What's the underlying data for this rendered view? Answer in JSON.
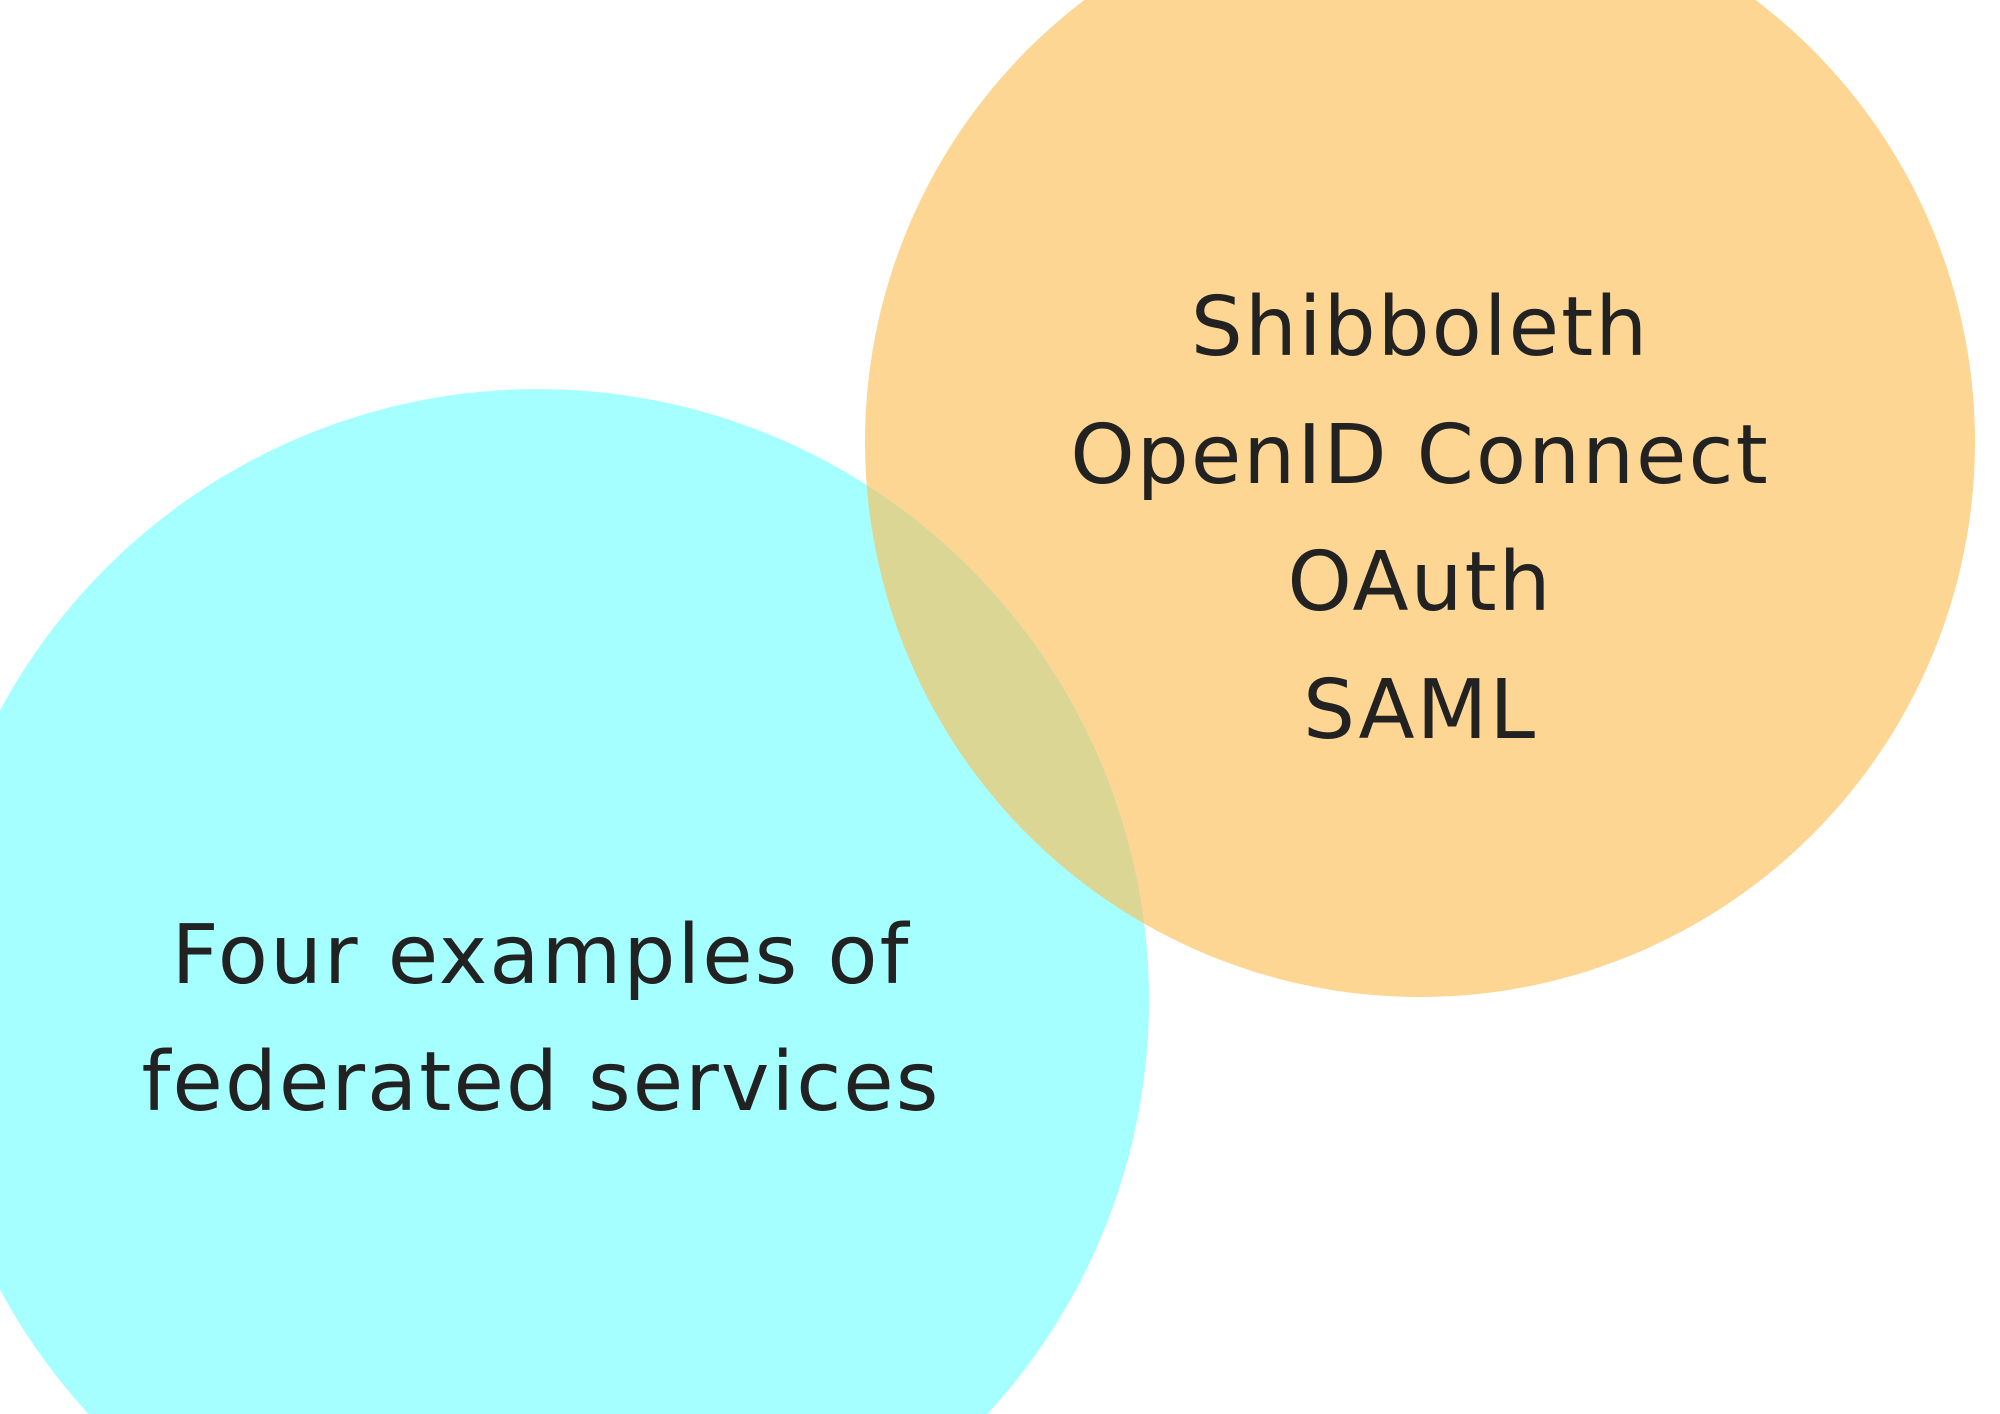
{
  "colors": {
    "left_circle": "#A6FFFF",
    "right_circle": "#FDD693",
    "overlap": "#DCD694",
    "text": "#222222"
  },
  "left_circle": {
    "lines": [
      "Four examples of",
      "federated services"
    ]
  },
  "right_circle": {
    "lines": [
      "Shibboleth",
      "OpenID Connect",
      "OAuth",
      "SAML"
    ]
  }
}
